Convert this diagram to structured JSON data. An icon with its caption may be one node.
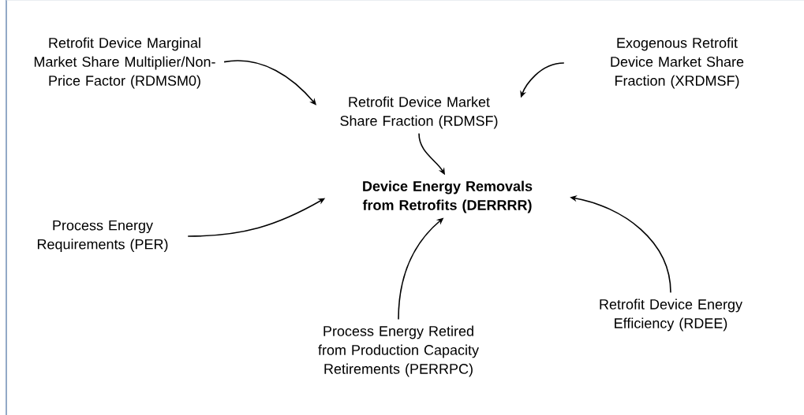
{
  "diagram": {
    "nodes": [
      {
        "text": [
          "Retrofit Device Marginal Market Share Multiplier/Non-Price Factor (RDMSM0)"
        ]
      },
      {
        "text": [
          "Retrofit Device Market Share Fraction (RDMSF)"
        ]
      },
      {
        "text": [
          "Exogenous Retrofit Device Market Share Fraction (XRDMSF)"
        ]
      },
      {
        "text": [
          "Device Energy Removals from Retrofits (DERRRR)"
        ]
      },
      {
        "text": [
          "Process Energy Requirements (PER)"
        ]
      },
      {
        "text": [
          "Process Energy Retired from Production Capacity Retirements (PERRPC)"
        ]
      },
      {
        "text": [
          "Retrofit Device Energy Efficiency (RDEE)"
        ]
      }
    ],
    "edges": [
      {
        "from": 0,
        "to": 1,
        "arrow": "to"
      },
      {
        "from": 2,
        "to": 1,
        "arrow": "to"
      },
      {
        "from": 1,
        "to": 3,
        "arrow": "to"
      },
      {
        "from": 4,
        "to": 3,
        "arrow": "to"
      },
      {
        "from": 5,
        "to": 3,
        "arrow": "to"
      },
      {
        "from": 6,
        "to": 3,
        "arrow": "to"
      }
    ]
  }
}
